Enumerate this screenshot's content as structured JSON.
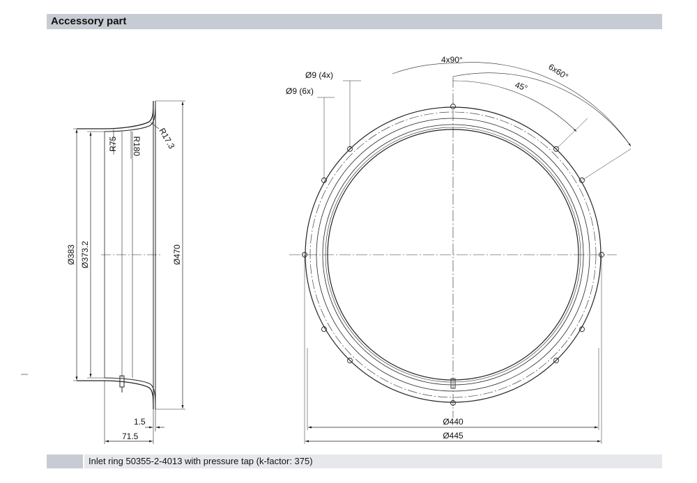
{
  "header": {
    "title": "Accessory part"
  },
  "footer": {
    "caption": "Inlet ring 50355-2-4013 with pressure tap (k-factor: 375)"
  },
  "side_view": {
    "dim_outer_dia": "Ø383",
    "dim_inner_dia": "Ø373.2",
    "dim_flange_dia": "Ø470",
    "radius_r75": "R75",
    "radius_r180": "R180",
    "radius_r17": "R17.3",
    "dim_thickness": "1.5",
    "dim_depth": "71.5"
  },
  "front_view": {
    "angle_4x90": "4x90°",
    "angle_6x60": "6x60°",
    "angle_45": "45°",
    "hole_4x": "Ø9 (4x)",
    "hole_6x": "Ø9 (6x)",
    "dia_440": "Ø440",
    "dia_445": "Ø445"
  }
}
